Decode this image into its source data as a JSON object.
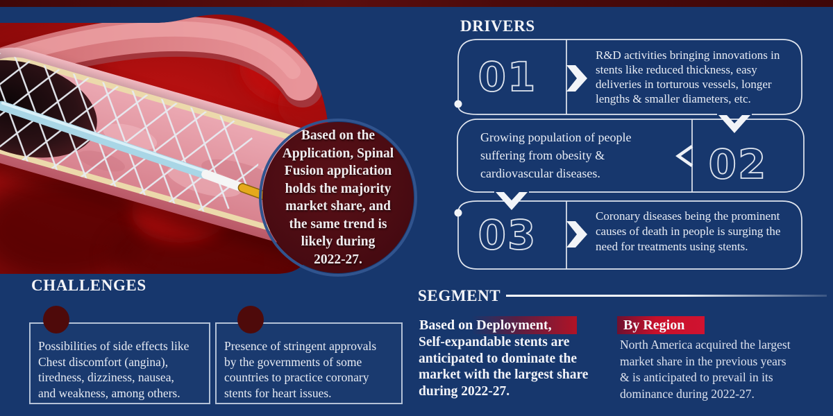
{
  "illustration": {
    "description": "Coronary stent with balloon catheter inside a cut-open blood vessel, 3D render on red blood-cell background"
  },
  "callout": {
    "lines": [
      "Based on the",
      "Application, Spinal",
      "Fusion application",
      "holds the majority",
      "market share, and",
      "the same trend is",
      "likely during",
      "2022-27."
    ]
  },
  "drivers": {
    "heading": "DRIVERS",
    "items": [
      {
        "number": "01",
        "lines": [
          "R&D activities bringing innovations in",
          "stents like reduced thickness, easy",
          "deliveries in torturous vessels, longer",
          "lengths & smaller diameters, etc."
        ]
      },
      {
        "number": "02",
        "lines": [
          "Growing population of people",
          "suffering from obesity &",
          "cardiovascular diseases."
        ]
      },
      {
        "number": "03",
        "lines": [
          "Coronary diseases being the prominent",
          "causes of death in people is surging the",
          "need for treatments using stents."
        ]
      }
    ]
  },
  "challenges": {
    "heading": "CHALLENGES",
    "items": [
      {
        "lines": [
          "Possibilities of side effects like",
          "Chest discomfort (angina),",
          "tiredness, dizziness, nausea,",
          "and weakness, among others."
        ]
      },
      {
        "lines": [
          "Presence of stringent approvals",
          "by the governments of some",
          "countries to practice coronary",
          "stents for heart issues."
        ]
      }
    ]
  },
  "segment": {
    "heading": "SEGMENT",
    "deployment": {
      "highlight": "Based on Deployment,",
      "lines": [
        "Self-expandable stents are",
        "anticipated to dominate the",
        "market with the largest share",
        "during 2022-27."
      ]
    },
    "region": {
      "highlight": "By Region",
      "lines": [
        "North America acquired the largest",
        "market share in the previous years",
        "& is anticipated to prevail in its",
        "dominance during 2022-27."
      ]
    }
  },
  "colors": {
    "background_navy": "#17376d",
    "top_bar_maroon": "#4a0a0b",
    "outline_white": "#e2e7f0",
    "callout_maroon": "#460a11",
    "callout_ring_blue": "#31548e",
    "challenge_dot_maroon": "#4e0a0a",
    "highlight_red": "#c8102a",
    "photo_red": "#a80d0d"
  }
}
